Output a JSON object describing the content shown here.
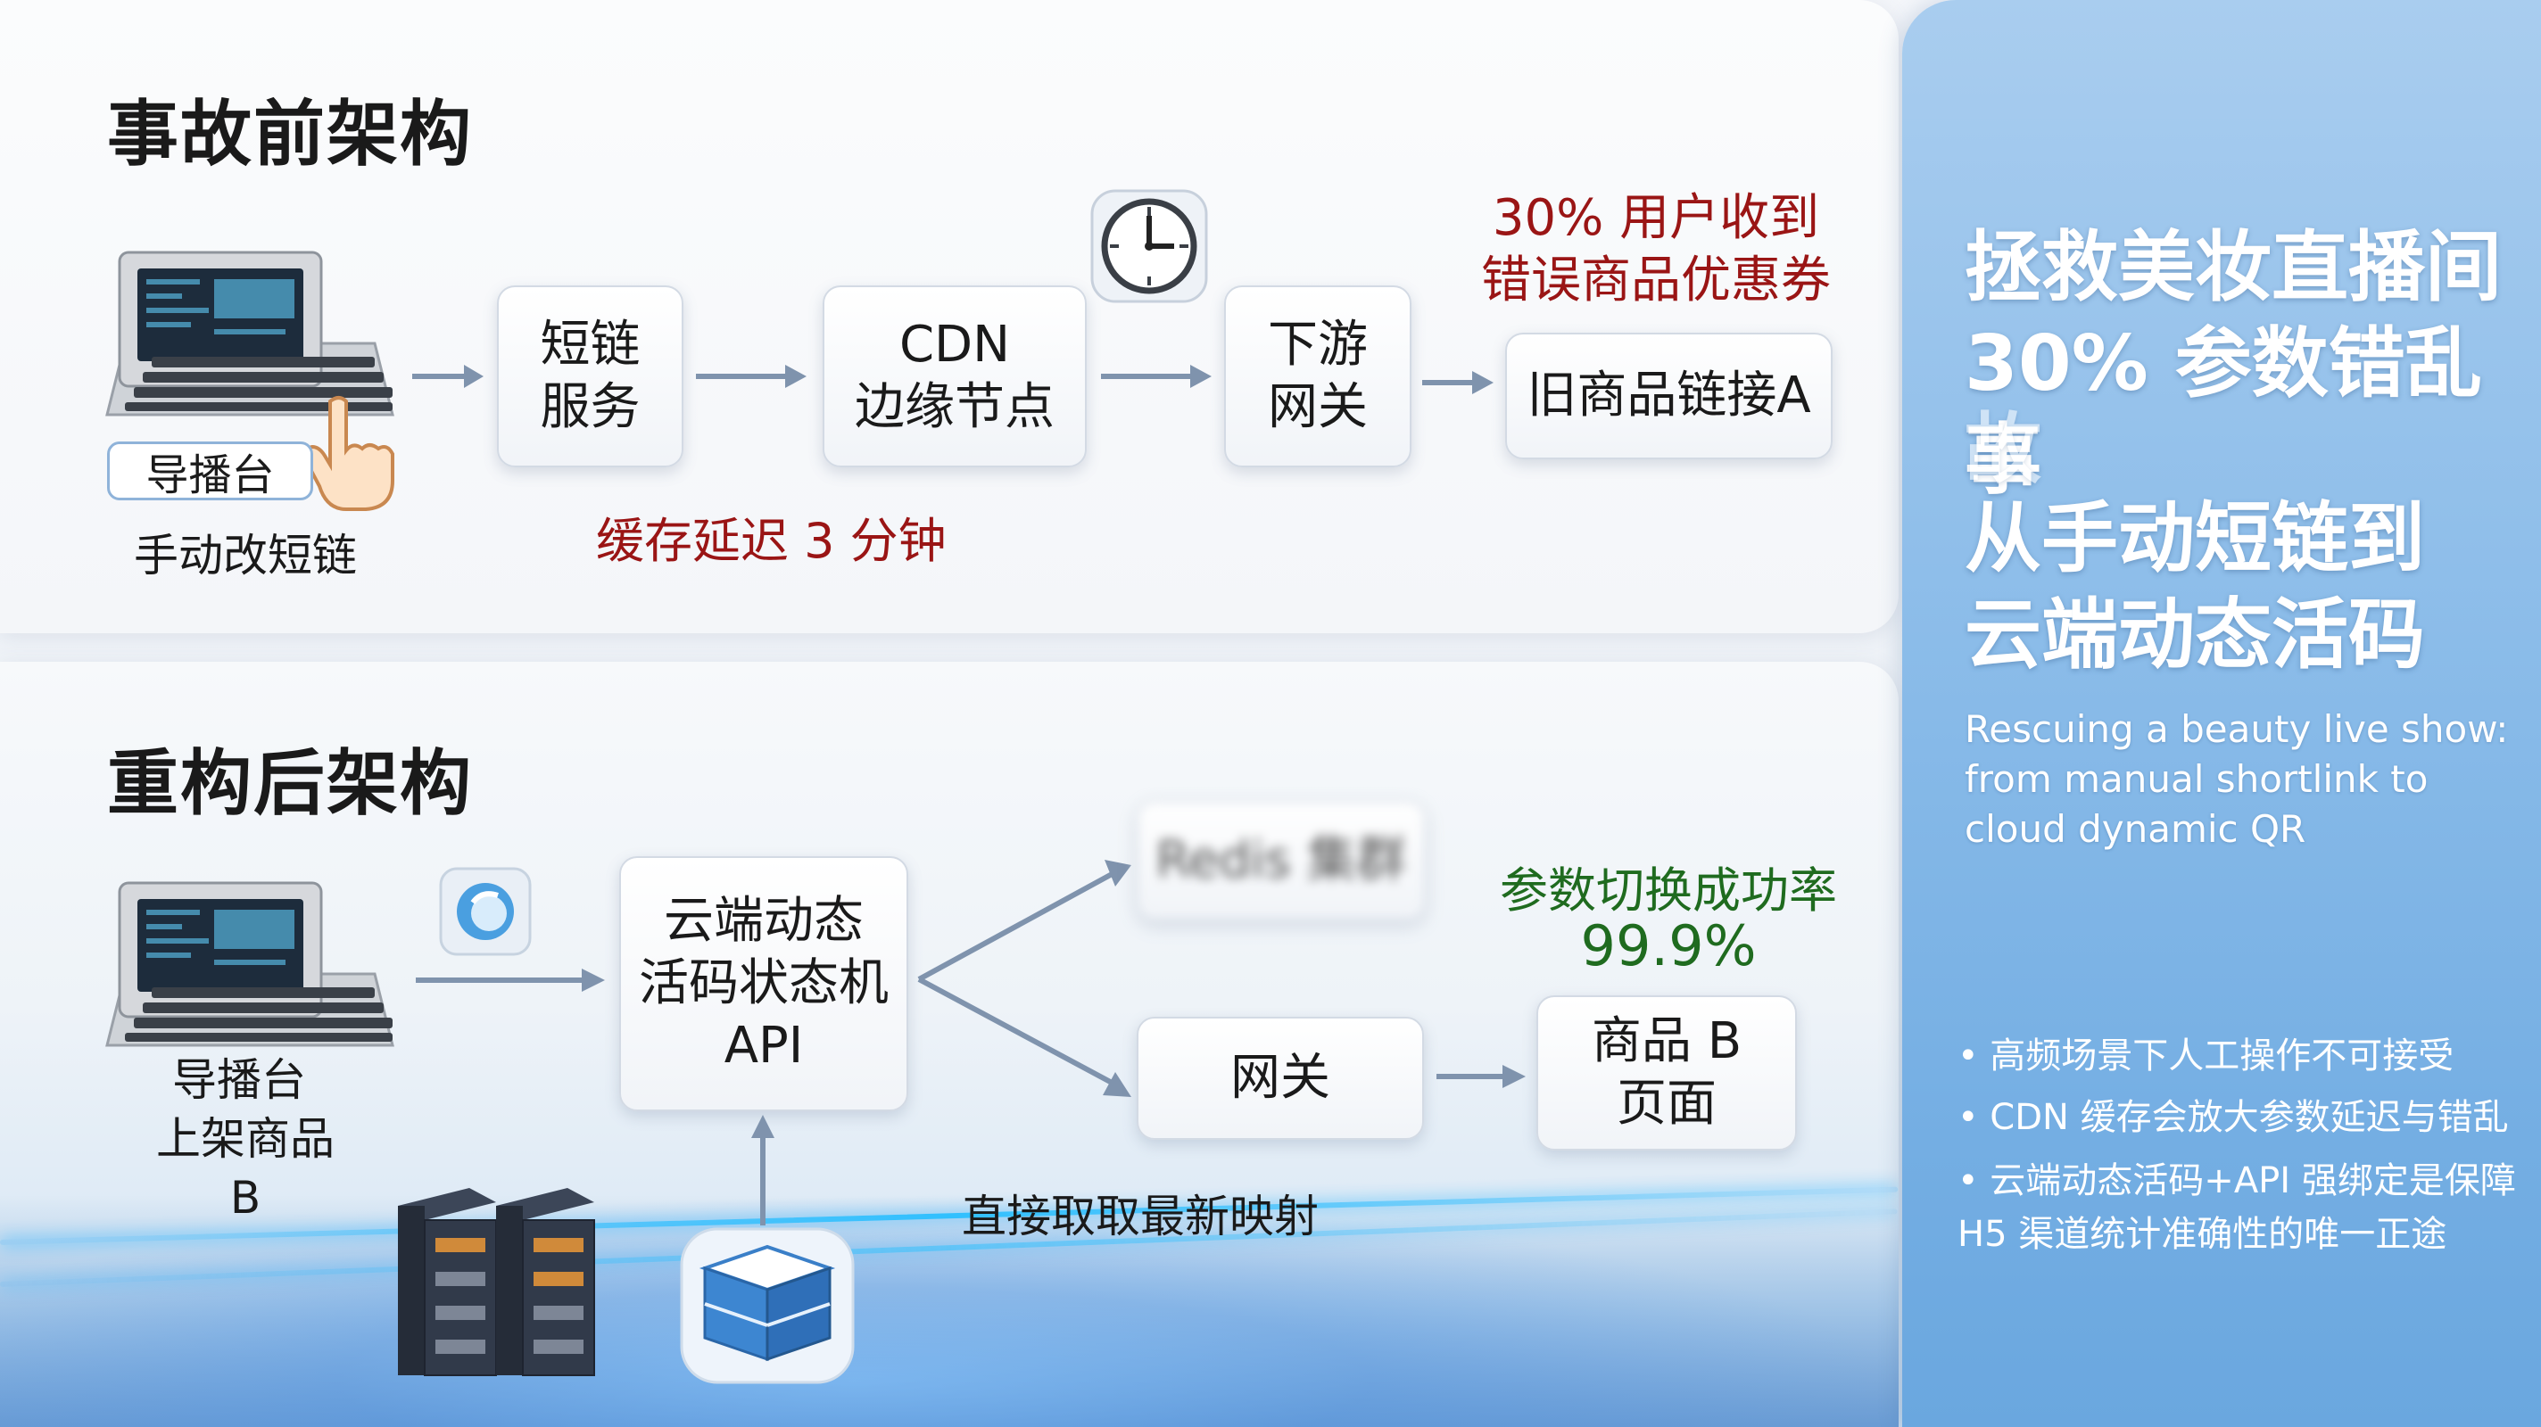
{
  "top_section": {
    "title": "事故前架构",
    "console_label": "导播台",
    "console_caption": "手动改短链",
    "nodes": [
      "短链\n服务",
      "CDN\n边缘节点",
      "下游\n网关",
      "旧商品链接A"
    ],
    "delay_note": "缓存延迟 3 分钟",
    "error_note": "30% 用户收到\n错误商品优惠券"
  },
  "bottom_section": {
    "title": "重构后架构",
    "console_label": "导播台",
    "console_caption": "上架商品 B",
    "api_node": "云端动态\n活码状态机\nAPI",
    "redis_node": "Redis 集群",
    "gateway_node": "网关",
    "product_node": "商品 B\n页面",
    "success_label": "参数切换成功率",
    "success_value": "99.9%",
    "direct_note": "直接取取最新映射"
  },
  "sidebar": {
    "title_lines": [
      "拯救美妆直播间",
      "30% 参数错乱事",
      "故",
      "从手动短链到",
      "云端动态活码"
    ],
    "subtitle_en": "Rescuing a beauty live show: from manual shortlink to cloud dynamic QR",
    "bullets": [
      "• 高频场景下人工操作不可接受",
      "• CDN 缓存会放大参数延迟与错乱",
      "• 云端动态活码+API 强绑定是保障\nH5 渠道统计准确性的唯一正途"
    ]
  },
  "colors": {
    "red_note": "#9a1515",
    "green_note": "#1f6b1f",
    "sidebar_bg": "#8bbce9",
    "arrow": "#7f93ad"
  },
  "icons": [
    "console-icon",
    "hand-pointer-icon",
    "clock-icon",
    "shield-icon",
    "server-rack-icon",
    "database-cube-icon"
  ]
}
